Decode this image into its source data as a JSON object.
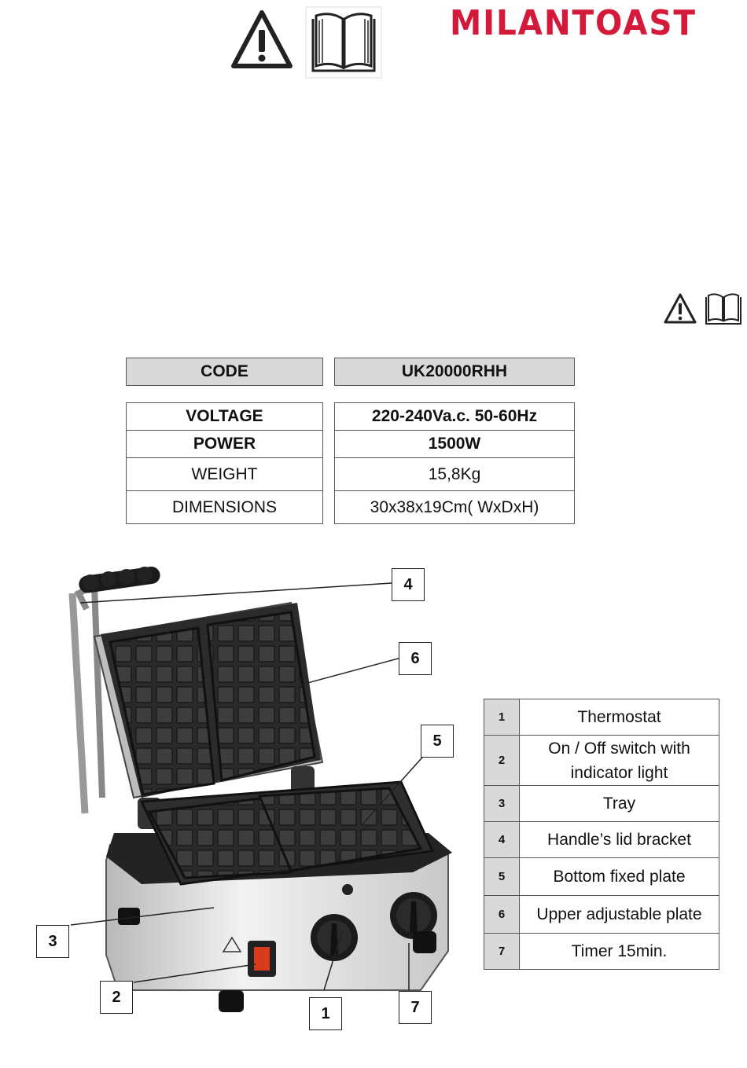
{
  "brand": {
    "name": "MILANTOAST",
    "color": "#d4193a"
  },
  "icons": {
    "warning": "warning-triangle-icon",
    "manual": "open-book-icon"
  },
  "code_table": {
    "label": "CODE",
    "value": "UK20000RHH"
  },
  "spec_table": {
    "rows": [
      {
        "label": "VOLTAGE",
        "value": "220-240Va.c. 50-60Hz"
      },
      {
        "label": "POWER",
        "value": "1500W"
      },
      {
        "label": "WEIGHT",
        "value": "15,8Kg"
      },
      {
        "label": "DIMENSIONS",
        "value": "30x38x19Cm( WxDxH)"
      }
    ]
  },
  "callouts": [
    "4",
    "6",
    "5",
    "3",
    "2",
    "1",
    "7"
  ],
  "parts": [
    {
      "num": "1",
      "name": "Thermostat"
    },
    {
      "num": "2",
      "name": "On / Off switch with indicator light"
    },
    {
      "num": "3",
      "name": "Tray"
    },
    {
      "num": "4",
      "name": "Handle’s lid bracket"
    },
    {
      "num": "5",
      "name": "Bottom fixed plate"
    },
    {
      "num": "6",
      "name": "Upper adjustable plate"
    },
    {
      "num": "7",
      "name": "Timer 15min."
    }
  ]
}
